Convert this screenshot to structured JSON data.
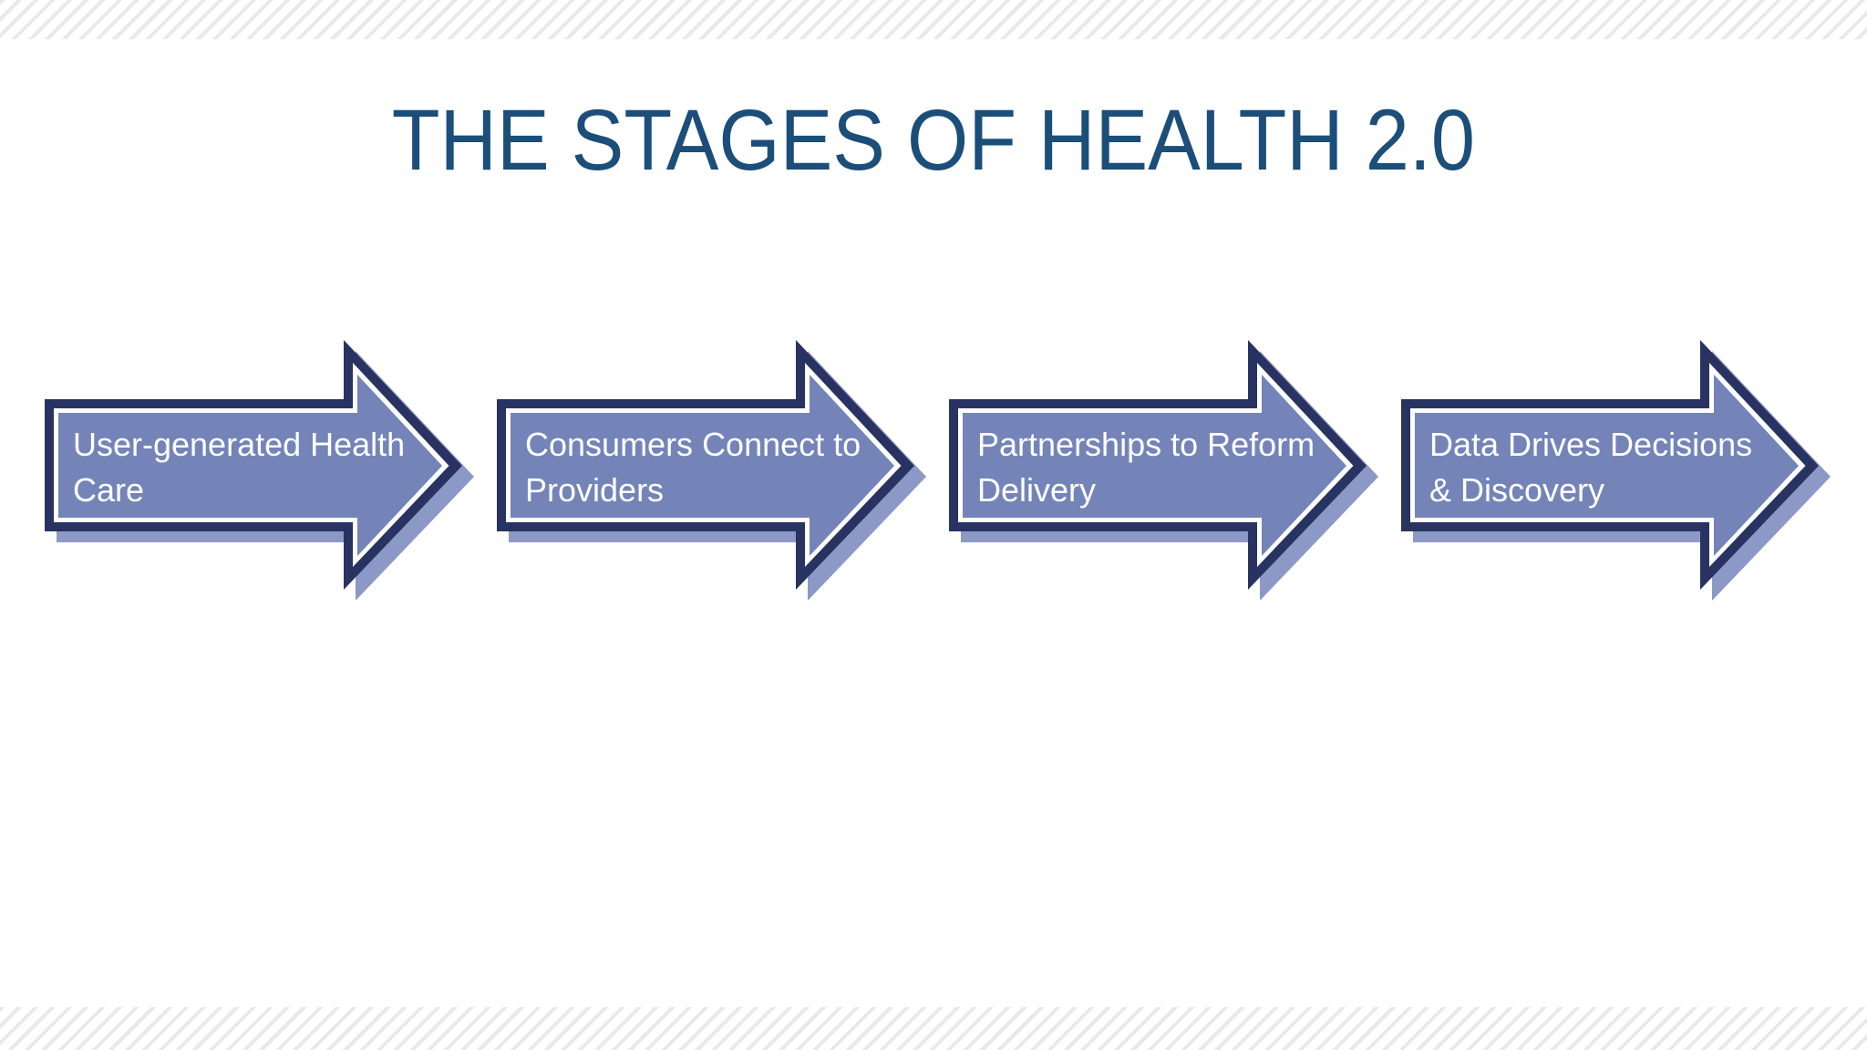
{
  "slide": {
    "title": "THE STAGES OF HEALTH 2.0",
    "stages": [
      {
        "label": "User-generated Health Care",
        "lines": [
          "User-generated Health",
          "Care"
        ]
      },
      {
        "label": "Consumers Connect to Providers",
        "lines": [
          "Consumers Connect to",
          "Providers"
        ]
      },
      {
        "label": "Partnerships to Reform Delivery",
        "lines": [
          "Partnerships to Reform",
          "Delivery"
        ]
      },
      {
        "label": "Data Drives Decisions & Discovery",
        "lines": [
          "Data Drives Decisions",
          "& Discovery"
        ]
      }
    ],
    "colors": {
      "title_text": "#1b4e79",
      "arrow_fill": "#7484b8",
      "arrow_border": "#293361",
      "arrow_inner_line": "#ffffff",
      "arrow_shadow": "#8c98c6",
      "label_text": "#ffffff",
      "stripe": "#e9e9ed",
      "background": "#ffffff"
    }
  }
}
